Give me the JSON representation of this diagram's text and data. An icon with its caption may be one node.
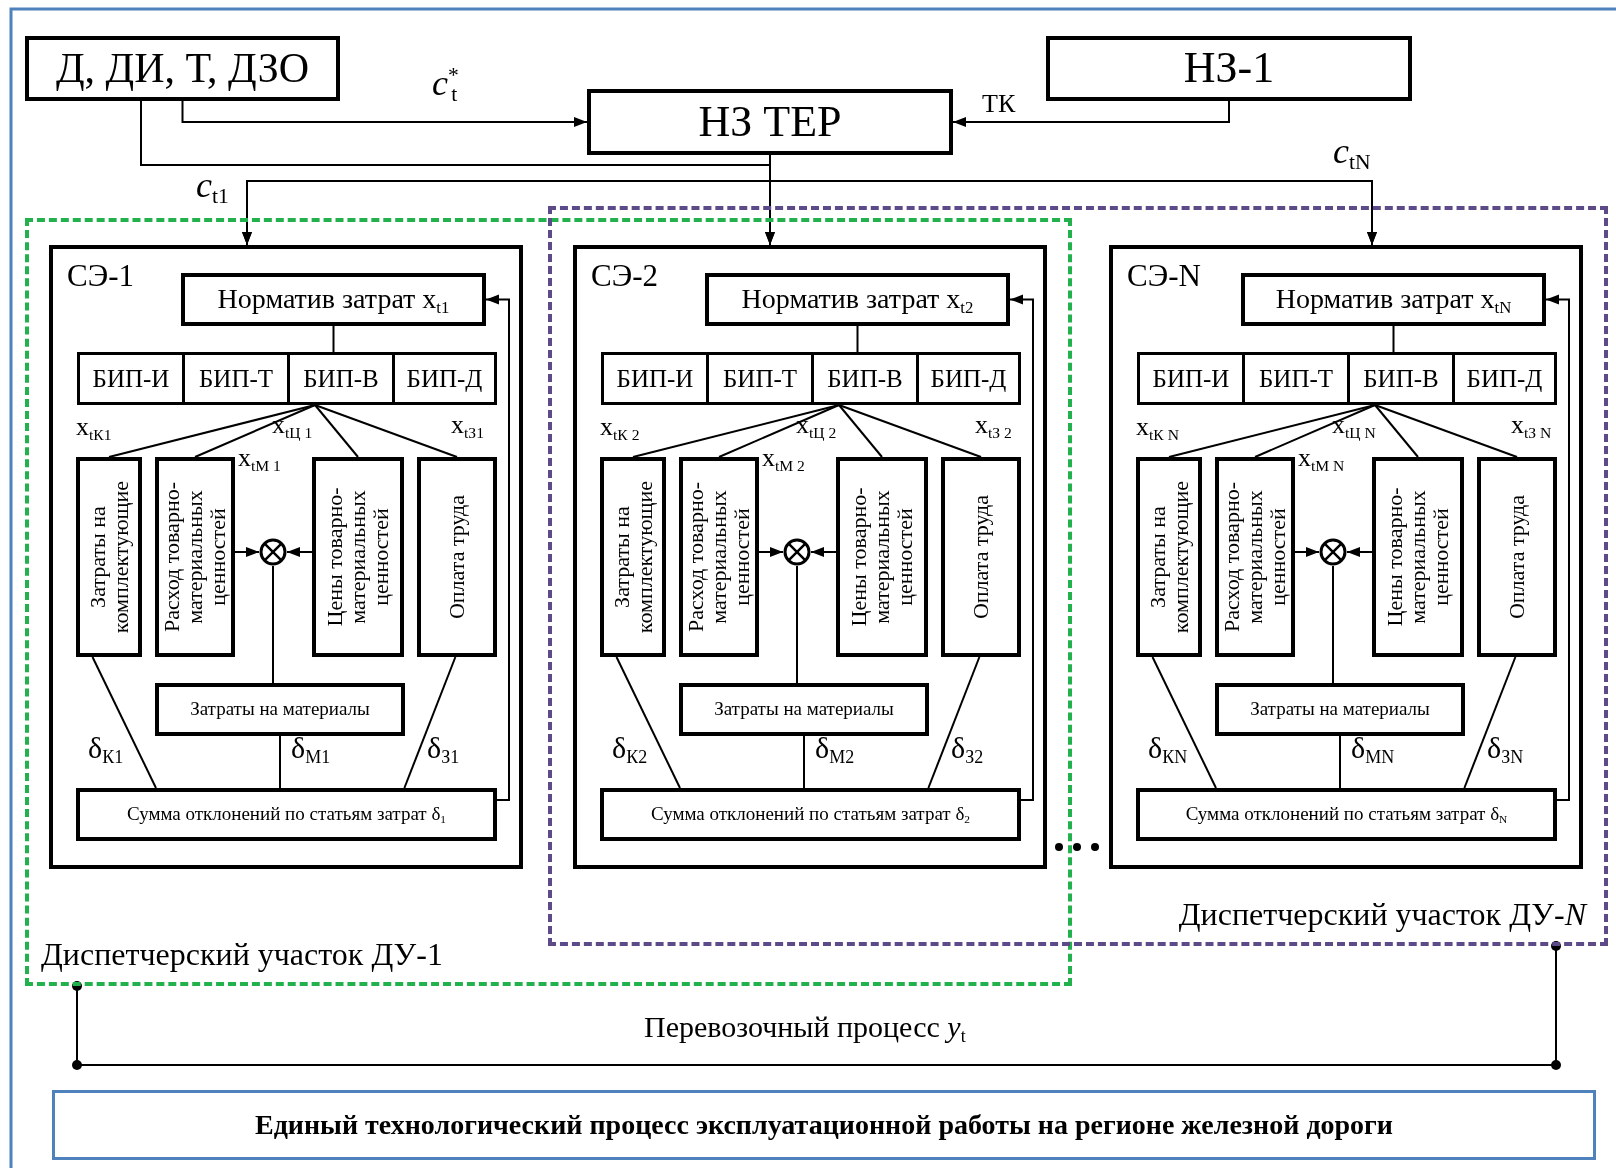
{
  "diagram": {
    "nodes": [
      {
        "text": [
          "Д, ДИ, Т, ДЗО"
        ]
      },
      {
        "text": [
          "НЗ ТЕР"
        ]
      },
      {
        "text": [
          "НЗ-1"
        ]
      },
      {
        "text": [
          "Диспетчерский участок ДУ-1"
        ]
      },
      {
        "text": [
          "Диспетчерский участок ДУ-*N*"
        ]
      },
      {
        "text": [
          "СЭ-1"
        ],
        "in": 3
      },
      {
        "text": [
          "Норматив затрат x$_{t1}$"
        ],
        "in": 5
      },
      {
        "text": [
          "БИП-И"
        ],
        "in": 5
      },
      {
        "text": [
          "БИП-Т"
        ],
        "in": 5
      },
      {
        "text": [
          "БИП-В"
        ],
        "in": 5
      },
      {
        "text": [
          "БИП-Д"
        ],
        "in": 5
      },
      {
        "text": [
          "Затраты на комплектующие"
        ],
        "in": 5
      },
      {
        "text": [
          "Расход товарно-материальных ценностей"
        ],
        "in": 5
      },
      {
        "text": [],
        "shape": "circle",
        "in": 5
      },
      {
        "text": [
          "Цены товарно-материальных ценностей"
        ],
        "in": 5
      },
      {
        "text": [
          "Оплата труда"
        ],
        "in": 5
      },
      {
        "text": [
          "Затраты на материалы"
        ],
        "in": 5
      },
      {
        "text": [
          "Сумма отклонений по статьям затрат δ$_{1}$"
        ],
        "in": 5
      },
      {
        "text": [
          "СЭ-2"
        ]
      },
      {
        "text": [
          "Норматив затрат x$_{t2}$"
        ],
        "in": 18
      },
      {
        "text": [
          "БИП-И"
        ],
        "in": 18
      },
      {
        "text": [
          "БИП-Т"
        ],
        "in": 18
      },
      {
        "text": [
          "БИП-В"
        ],
        "in": 18
      },
      {
        "text": [
          "БИП-Д"
        ],
        "in": 18
      },
      {
        "text": [
          "Затраты на комплектующие"
        ],
        "in": 18
      },
      {
        "text": [
          "Расход товарно-материальных ценностей"
        ],
        "in": 18
      },
      {
        "text": [],
        "shape": "circle",
        "in": 18
      },
      {
        "text": [
          "Цены товарно-материальных ценностей"
        ],
        "in": 18
      },
      {
        "text": [
          "Оплата труда"
        ],
        "in": 18
      },
      {
        "text": [
          "Затраты на материалы"
        ],
        "in": 18
      },
      {
        "text": [
          "Сумма отклонений по статьям затрат δ$_{2}$"
        ],
        "in": 18
      },
      {
        "text": [
          "СЭ-N"
        ],
        "in": 4
      },
      {
        "text": [
          "Норматив затрат x$_{tN}$"
        ],
        "in": 31
      },
      {
        "text": [
          "БИП-И"
        ],
        "in": 31
      },
      {
        "text": [
          "БИП-Т"
        ],
        "in": 31
      },
      {
        "text": [
          "БИП-В"
        ],
        "in": 31
      },
      {
        "text": [
          "БИП-Д"
        ],
        "in": 31
      },
      {
        "text": [
          "Затраты на комплектующие"
        ],
        "in": 31
      },
      {
        "text": [
          "Расход товарно-материальных ценностей"
        ],
        "in": 31
      },
      {
        "text": [],
        "shape": "circle",
        "in": 31
      },
      {
        "text": [
          "Цены товарно-материальных ценностей"
        ],
        "in": 31
      },
      {
        "text": [
          "Оплата труда"
        ],
        "in": 31
      },
      {
        "text": [
          "Затраты на материалы"
        ],
        "in": 31
      },
      {
        "text": [
          "Сумма отклонений по статьям затрат δ$_{N}$"
        ],
        "in": 31
      },
      {
        "text": [
          "Единый технологический процесс эксплуатационной работы на регионе железной дороги"
        ]
      }
    ],
    "edges": [
      {
        "from": 0,
        "to": 1,
        "arrow": "to",
        "label": "*c*$^{*}$$_{t}$"
      },
      {
        "from": 2,
        "to": 1,
        "arrow": "to",
        "label": "ТК"
      },
      {
        "from": 1,
        "to": 5,
        "arrow": "to",
        "label": "*c*$_{t1}$"
      },
      {
        "from": 1,
        "to": 18,
        "arrow": "to"
      },
      {
        "from": 1,
        "to": 31,
        "arrow": "to",
        "label": "*c*$_{tN}$"
      },
      {
        "from": 0,
        "to": 5,
        "arrow": "to"
      },
      {
        "from": 0,
        "to": 18,
        "arrow": "to"
      },
      {
        "from": 0,
        "to": 31,
        "arrow": "to"
      },
      {
        "from": 3,
        "to": 4,
        "arrow": "other",
        "label": "Перевозочный процесс *y*$_{t}$"
      },
      {
        "from": 6,
        "to": 9,
        "arrow": "none"
      },
      {
        "from": 9,
        "to": 11,
        "arrow": "none",
        "label": "x$_{tК1}$"
      },
      {
        "from": 9,
        "to": 12,
        "arrow": "none",
        "label": "x$_{tМ 1}$"
      },
      {
        "from": 9,
        "to": 14,
        "arrow": "none",
        "label": "x$_{tЦ 1}$"
      },
      {
        "from": 9,
        "to": 15,
        "arrow": "none",
        "label": "x$_{tЗ1}$"
      },
      {
        "from": 12,
        "to": 13,
        "arrow": "to"
      },
      {
        "from": 14,
        "to": 13,
        "arrow": "to"
      },
      {
        "from": 13,
        "to": 16,
        "arrow": "none"
      },
      {
        "from": 11,
        "to": 17,
        "arrow": "none",
        "label": "δ$_{К1}$"
      },
      {
        "from": 16,
        "to": 17,
        "arrow": "none",
        "label": "δ$_{М1}$"
      },
      {
        "from": 15,
        "to": 17,
        "arrow": "none",
        "label": "δ$_{З1}$"
      },
      {
        "from": 17,
        "to": 6,
        "arrow": "to"
      },
      {
        "from": 19,
        "to": 22,
        "arrow": "none"
      },
      {
        "from": 22,
        "to": 24,
        "arrow": "none",
        "label": "x$_{tК 2}$"
      },
      {
        "from": 22,
        "to": 25,
        "arrow": "none",
        "label": "x$_{tМ 2}$"
      },
      {
        "from": 22,
        "to": 27,
        "arrow": "none",
        "label": "x$_{tЦ 2}$"
      },
      {
        "from": 22,
        "to": 28,
        "arrow": "none",
        "label": "x$_{tЗ 2}$"
      },
      {
        "from": 25,
        "to": 26,
        "arrow": "to"
      },
      {
        "from": 27,
        "to": 26,
        "arrow": "to"
      },
      {
        "from": 26,
        "to": 29,
        "arrow": "none"
      },
      {
        "from": 24,
        "to": 30,
        "arrow": "none",
        "label": "δ$_{К2}$"
      },
      {
        "from": 29,
        "to": 30,
        "arrow": "none",
        "label": "δ$_{М2}$"
      },
      {
        "from": 28,
        "to": 30,
        "arrow": "none",
        "label": "δ$_{З2}$"
      },
      {
        "from": 30,
        "to": 19,
        "arrow": "to"
      },
      {
        "from": 32,
        "to": 35,
        "arrow": "none"
      },
      {
        "from": 35,
        "to": 37,
        "arrow": "none",
        "label": "x$_{tК N}$"
      },
      {
        "from": 35,
        "to": 38,
        "arrow": "none",
        "label": "x$_{tМ N}$"
      },
      {
        "from": 35,
        "to": 40,
        "arrow": "none",
        "label": "x$_{tЦ N}$"
      },
      {
        "from": 35,
        "to": 41,
        "arrow": "none",
        "label": "x$_{tЗ N}$"
      },
      {
        "from": 38,
        "to": 39,
        "arrow": "to"
      },
      {
        "from": 40,
        "to": 39,
        "arrow": "to"
      },
      {
        "from": 39,
        "to": 42,
        "arrow": "none"
      },
      {
        "from": 37,
        "to": 43,
        "arrow": "none",
        "label": "δ$_{КN}$"
      },
      {
        "from": 42,
        "to": 43,
        "arrow": "none",
        "label": "δ$_{МN}$"
      },
      {
        "from": 41,
        "to": 43,
        "arrow": "none",
        "label": "δ$_{ЗN}$"
      },
      {
        "from": 43,
        "to": 32,
        "arrow": "to"
      }
    ]
  }
}
